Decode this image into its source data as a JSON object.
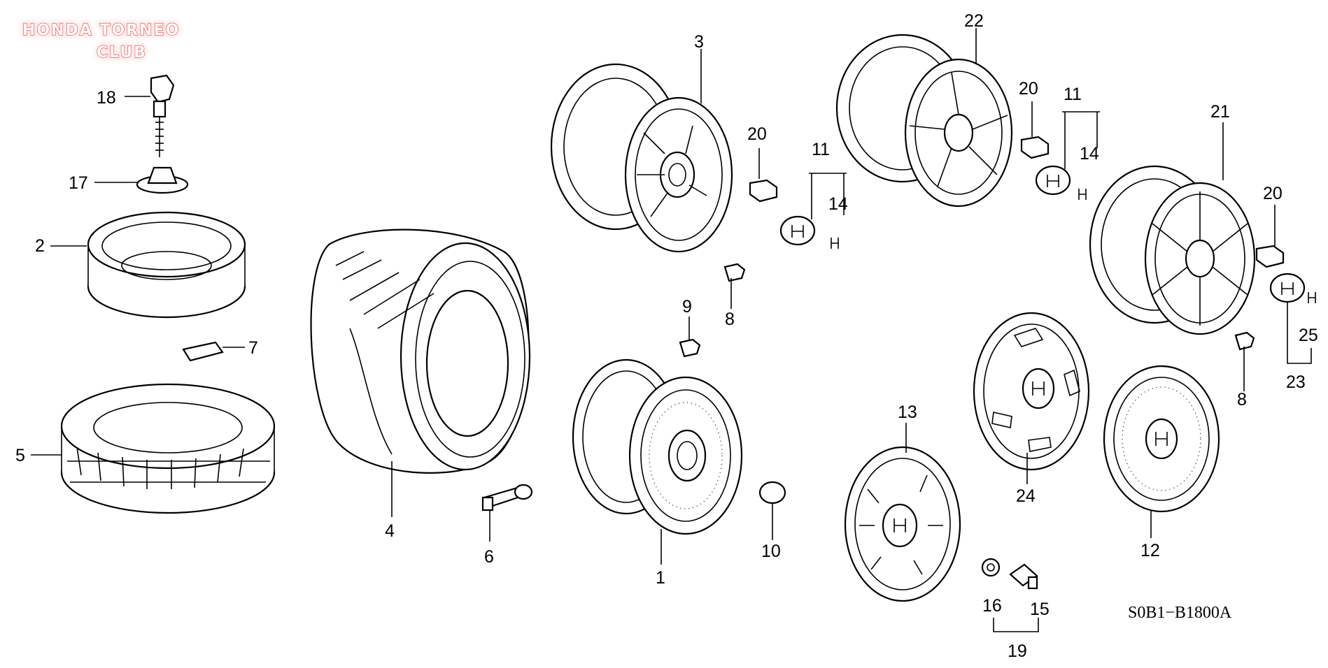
{
  "logo": {
    "line1": "HONDA TORNEO",
    "line2": "CLUB",
    "glow_color": "#e8332b"
  },
  "diagram_code": "S0B1−B1800A",
  "callouts": {
    "n1": "1",
    "n2": "2",
    "n3": "3",
    "n4": "4",
    "n5": "5",
    "n6": "6",
    "n7": "7",
    "n8a": "8",
    "n8b": "8",
    "n9": "9",
    "n10": "10",
    "n11a": "11",
    "n11b": "11",
    "n12": "12",
    "n13": "13",
    "n14a": "14",
    "n14b": "14",
    "n15": "15",
    "n16": "16",
    "n17": "17",
    "n18": "18",
    "n19": "19",
    "n20a": "20",
    "n20b": "20",
    "n20c": "20",
    "n21": "21",
    "n22": "22",
    "n23": "23",
    "n24": "24",
    "n25": "25"
  }
}
